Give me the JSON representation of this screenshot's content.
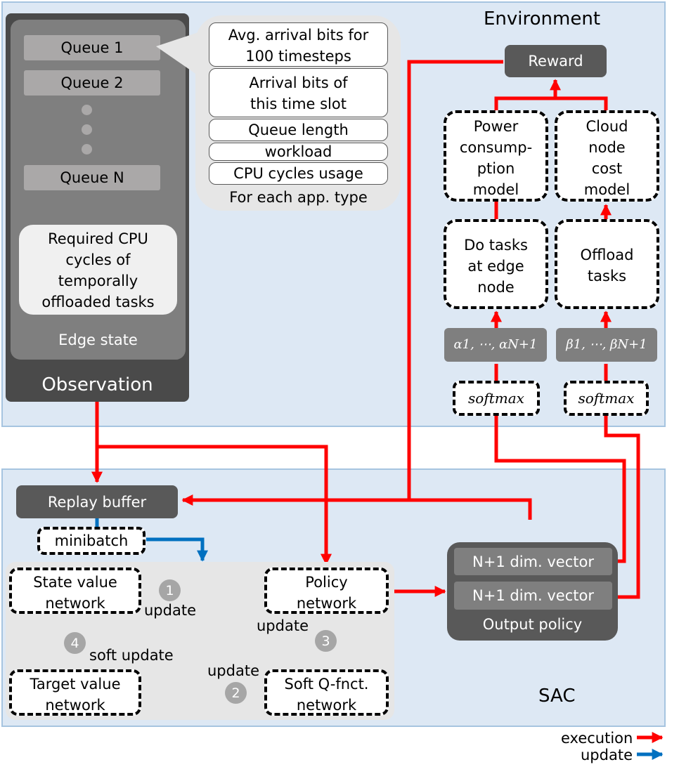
{
  "environment": {
    "title": "Environment",
    "reward": "Reward"
  },
  "observation": {
    "title": "Observation",
    "edge_state": "Edge state",
    "queues": [
      "Queue 1",
      "Queue 2",
      "Queue N"
    ],
    "required_cpu": [
      "Required CPU",
      "cycles of",
      "temporally",
      "offloaded tasks"
    ]
  },
  "features": {
    "items": [
      [
        "Avg. arrival bits for",
        "100 timesteps"
      ],
      [
        "Arrival bits of",
        "this time slot"
      ],
      [
        "Queue length"
      ],
      [
        "workload"
      ],
      [
        "CPU cycles usage"
      ]
    ],
    "caption": "For each app. type"
  },
  "models": {
    "power": [
      "Power",
      "consump-",
      "ption",
      "model"
    ],
    "cloud": [
      "Cloud",
      "node",
      "cost",
      "model"
    ],
    "do_tasks": [
      "Do tasks",
      "at edge",
      "node"
    ],
    "offload": [
      "Offload",
      "tasks"
    ]
  },
  "alpha_label": "α1, ⋯, αN+1",
  "beta_label": "β1, ⋯, βN+1",
  "softmax": "softmax",
  "sac": {
    "title": "SAC",
    "replay_buffer": "Replay buffer",
    "minibatch": "minibatch",
    "state_value": [
      "State value",
      "network"
    ],
    "policy": [
      "Policy",
      "network"
    ],
    "target_value": [
      "Target value",
      "network"
    ],
    "soft_q": [
      "Soft Q-fnct.",
      "network"
    ],
    "output_policy": "Output policy",
    "vector": "N+1 dim. vector",
    "update": "update",
    "soft_update": "soft update",
    "steps": [
      "1",
      "2",
      "3",
      "4"
    ]
  },
  "legend": {
    "execution": "execution",
    "update": "update"
  },
  "colors": {
    "execution": "#ff0000",
    "update": "#0070c0"
  }
}
